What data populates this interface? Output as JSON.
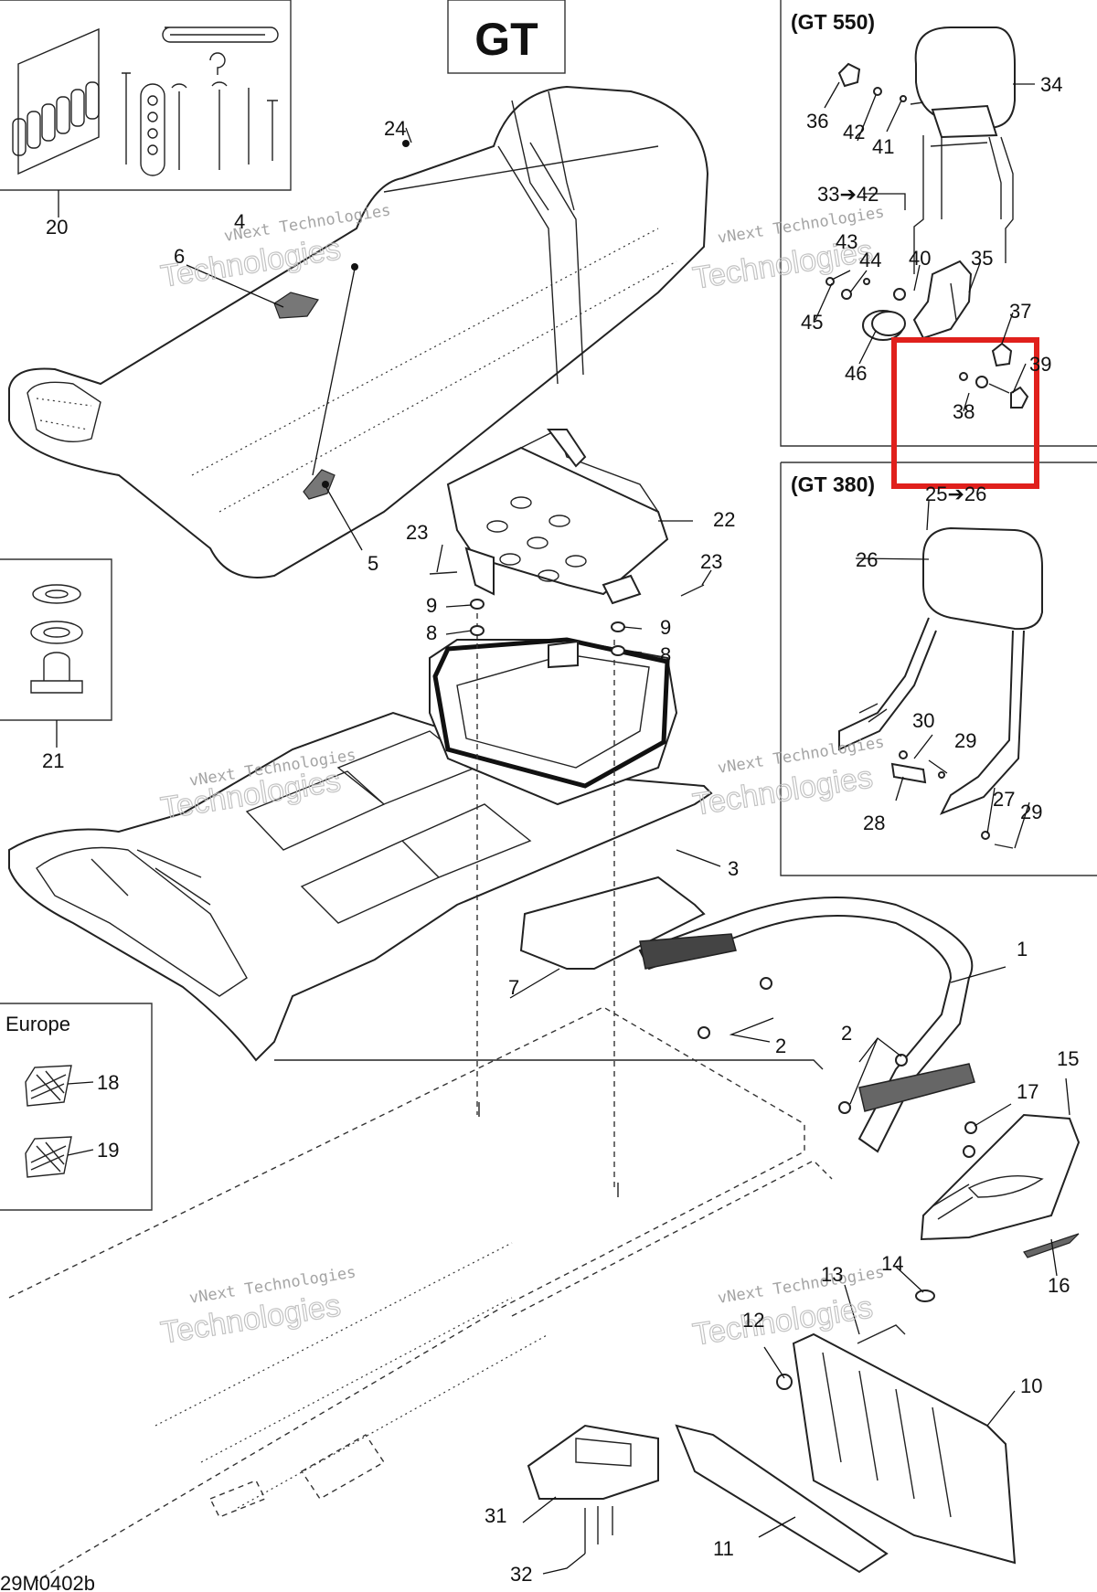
{
  "title": "GT",
  "insets": {
    "gt550": "(GT 550)",
    "gt380": "(GT 380)",
    "europe": "Europe"
  },
  "watermark": {
    "line1": "vNext Technologies",
    "line2": "Technologies"
  },
  "figure_code": "29M0402b",
  "highlight_color": "#e0201c",
  "callouts": {
    "c1": "1",
    "c2a": "2",
    "c2b": "2",
    "c3": "3",
    "c4": "4",
    "c5": "5",
    "c6": "6",
    "c7": "7",
    "c8a": "8",
    "c8b": "8",
    "c9a": "9",
    "c9b": "9",
    "c10": "10",
    "c11": "11",
    "c12": "12",
    "c13": "13",
    "c14": "14",
    "c15": "15",
    "c16": "16",
    "c17": "17",
    "c18": "18",
    "c19": "19",
    "c20": "20",
    "c21": "21",
    "c22": "22",
    "c23a": "23",
    "c23b": "23",
    "c24": "24",
    "c25": "25➔26",
    "c26": "26",
    "c27": "27",
    "c28": "28",
    "c29a": "29",
    "c29b": "29",
    "c30": "30",
    "c31": "31",
    "c32": "32",
    "c33": "33➔42",
    "c34": "34",
    "c35": "35",
    "c36": "36",
    "c37": "37",
    "c38": "38",
    "c39": "39",
    "c40": "40",
    "c41": "41",
    "c42": "42",
    "c43": "43",
    "c44": "44",
    "c45": "45",
    "c46": "46"
  }
}
